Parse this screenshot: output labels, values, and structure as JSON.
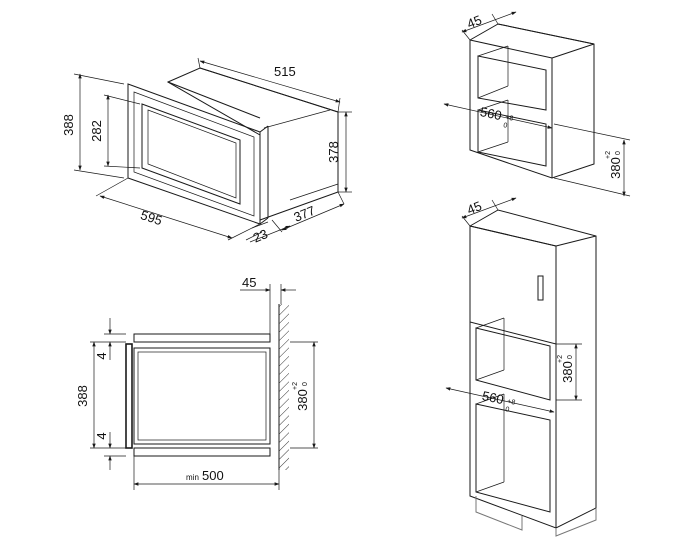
{
  "iso_oven": {
    "width": "595",
    "height": "388",
    "depth_total": "515",
    "depth_body": "377",
    "body_height": "378",
    "door_height": "282",
    "frame_thickness": "23"
  },
  "niche_upper_right": {
    "depth": "45",
    "width": "560",
    "width_tol_upper": "+8",
    "width_tol_lower": "0",
    "height": "380",
    "height_tol_upper": "+2",
    "height_tol_lower": "0"
  },
  "niche_lower_right": {
    "depth": "45",
    "width": "560",
    "width_tol_upper": "+8",
    "width_tol_lower": "0",
    "height": "380",
    "height_tol_upper": "+2",
    "height_tol_lower": "0"
  },
  "side_view": {
    "top_offset": "45",
    "height": "388",
    "gap_top": "4",
    "gap_bottom": "4",
    "niche_height": "380",
    "niche_height_tol_upper": "+2",
    "niche_height_tol_lower": "0",
    "min_label": "min",
    "depth": "500"
  }
}
